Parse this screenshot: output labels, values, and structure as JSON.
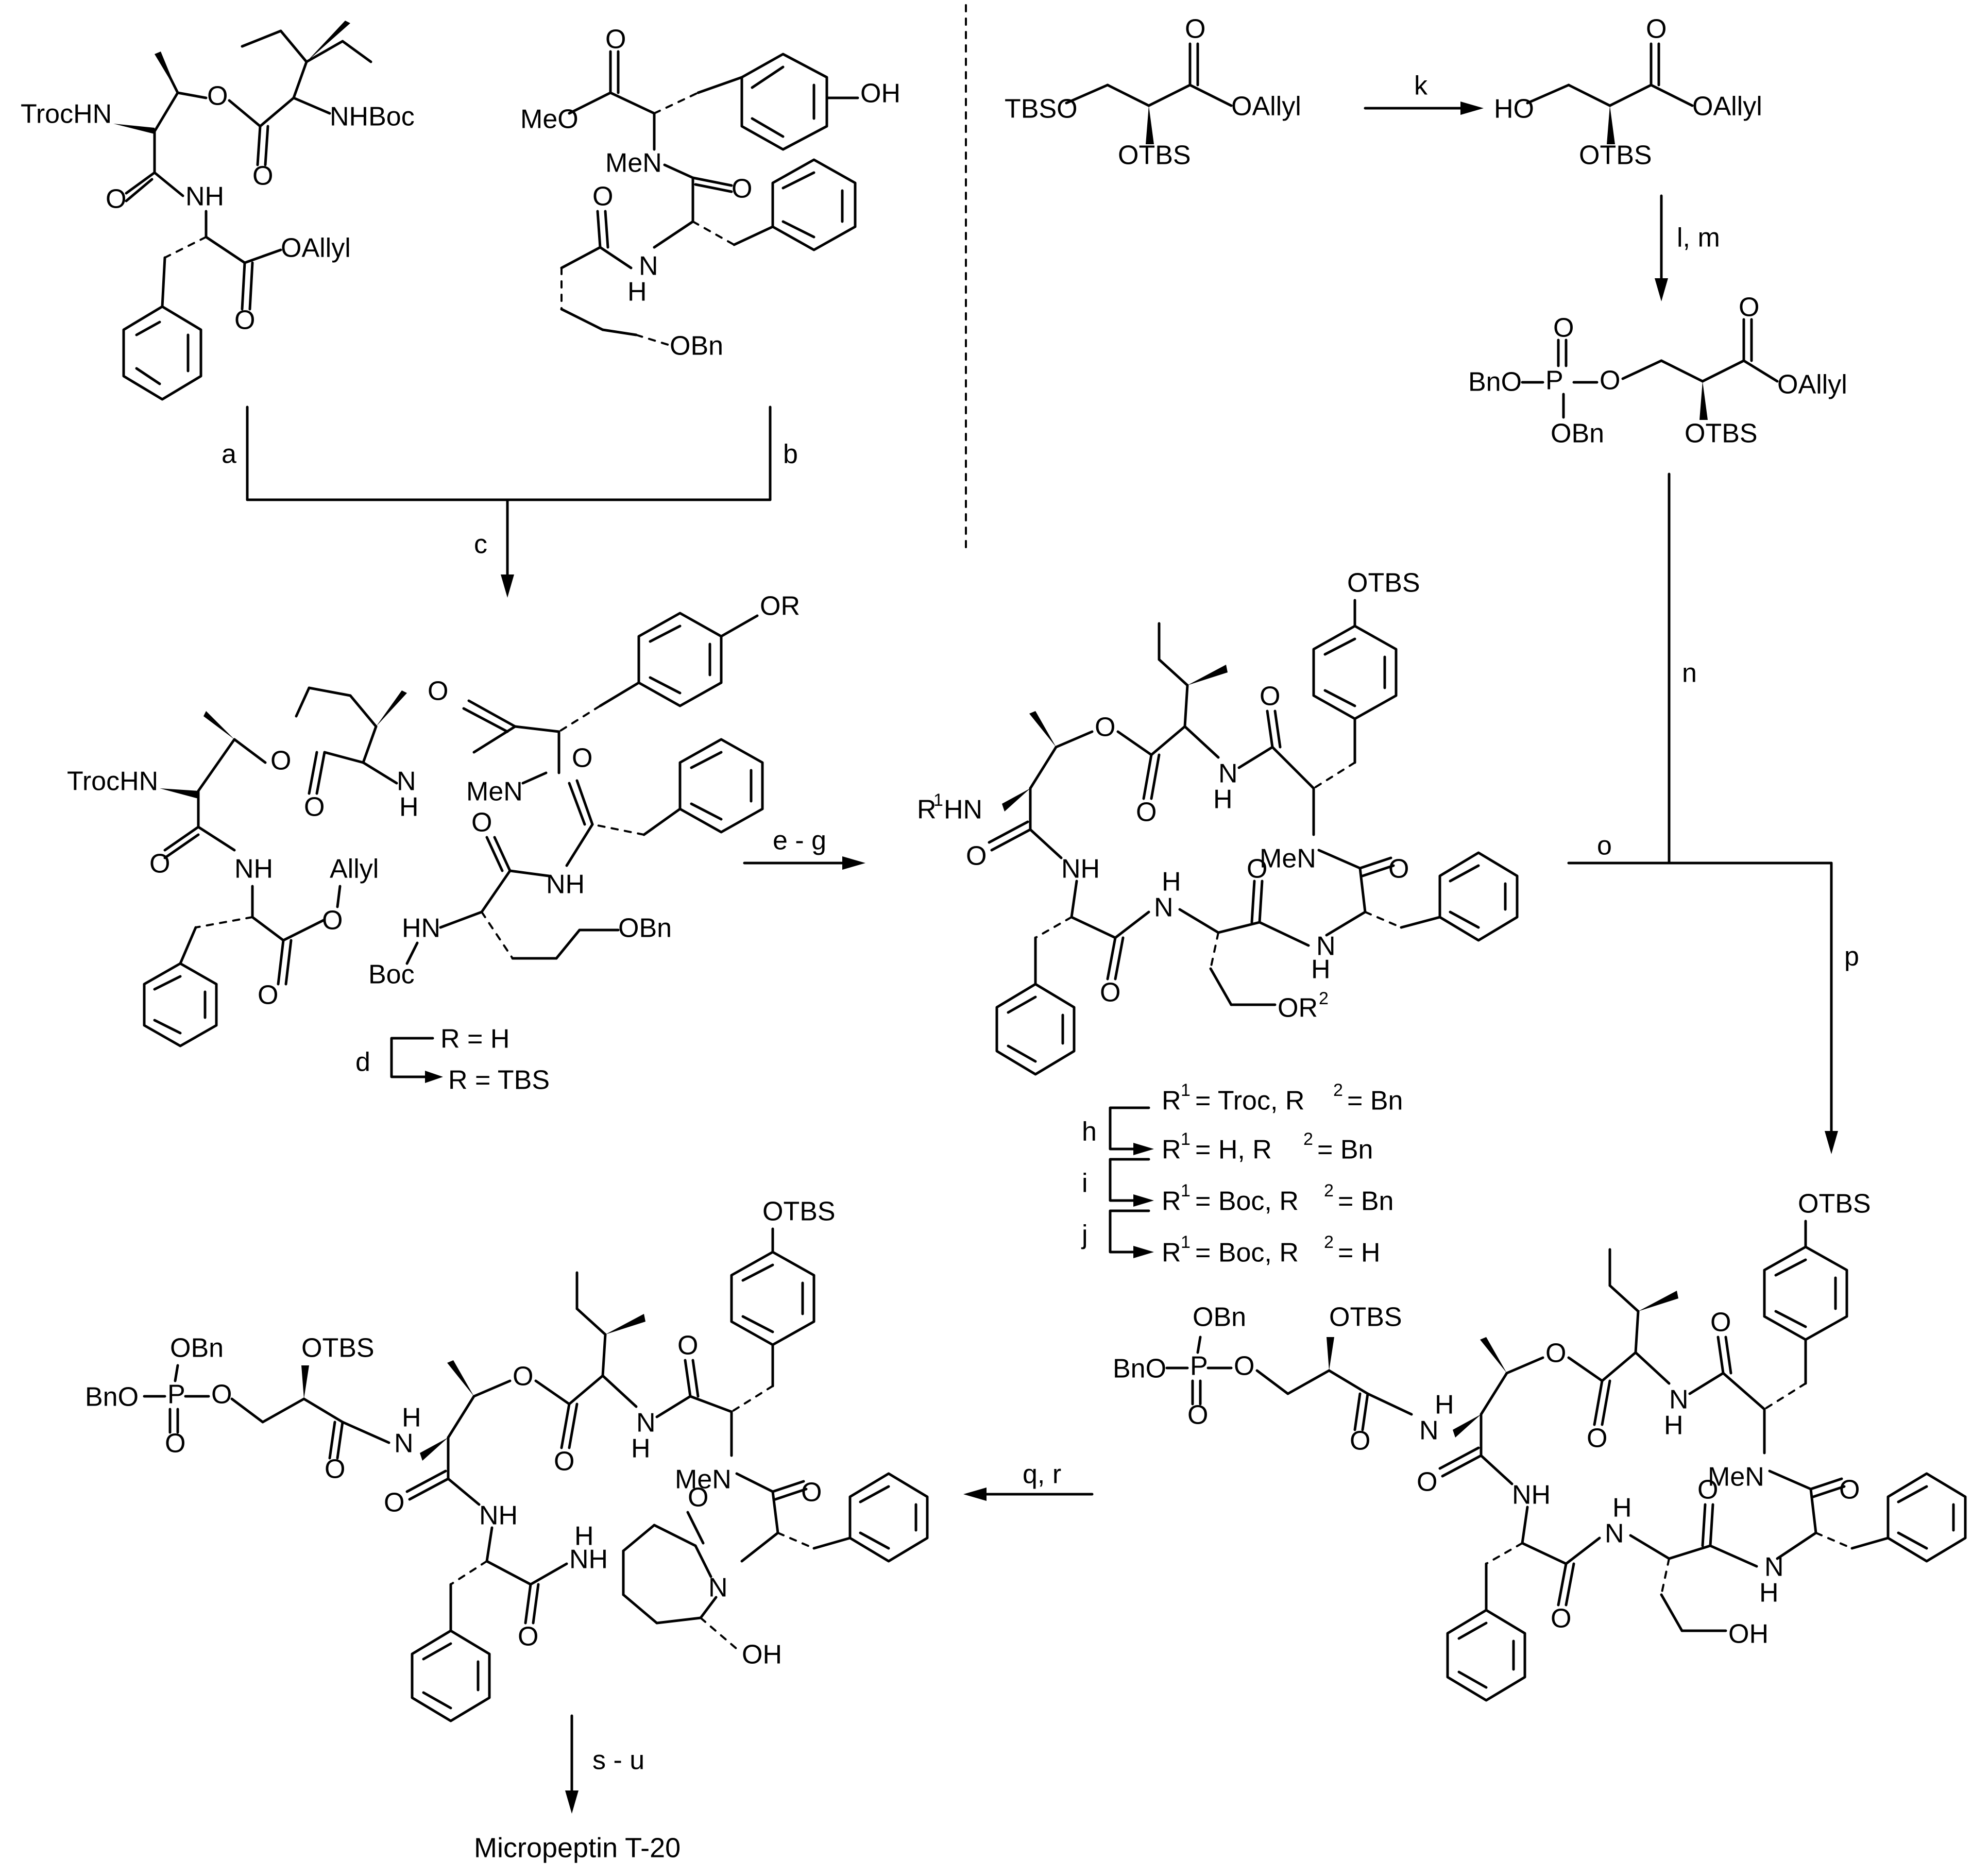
{
  "reagents": {
    "a": "a",
    "b": "b",
    "c": "c",
    "d": "d",
    "e_g": "e - g",
    "h": "h",
    "i": "i",
    "j": "j",
    "k": "k",
    "l_m": "l, m",
    "n": "n",
    "o": "o",
    "p": "p",
    "q_r": "q, r",
    "s_u": "s - u"
  },
  "labels": {
    "TrocHN": "TrocHN",
    "NHBoc": "NHBoc",
    "NH": "NH",
    "HN": "HN",
    "H": "H",
    "N": "N",
    "O": "O",
    "OAllyl": "OAllyl",
    "Allyl": "Allyl",
    "MeO": "MeO",
    "MeN": "MeN",
    "OH": "OH",
    "OBn": "OBn",
    "Bn": "Bn",
    "Boc": "Boc",
    "OR": "OR",
    "OTBS": "OTBS",
    "TBSO": "TBSO",
    "HO": "HO",
    "BnO": "BnO",
    "P": "P",
    "R1HN": "R",
    "sup1": "1",
    "sup2": "2",
    "HN_tail": "HN",
    "OR2": "OR"
  },
  "substituents": {
    "d_from": "R = H",
    "d_to": "R = TBS",
    "h_from_r1": "= Troc, R",
    "h_from_r2": "= Bn",
    "h_to_r1": "= H, R",
    "h_to_r2": "= Bn",
    "i_to_r1": "= Boc, R",
    "i_to_r2": "= Bn",
    "j_to_r1": "= Boc, R",
    "j_to_r2": "= H",
    "R": "R"
  },
  "product": "Micropeptin T-20"
}
